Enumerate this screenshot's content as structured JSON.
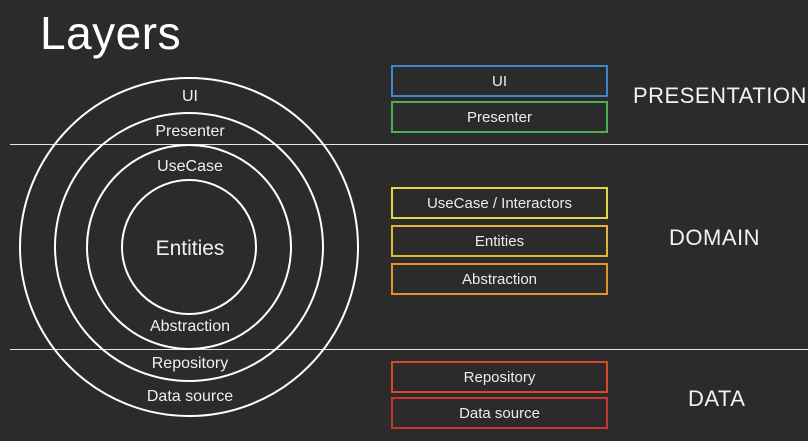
{
  "title": "Layers",
  "rings": {
    "ui": "UI",
    "presenter": "Presenter",
    "usecase": "UseCase",
    "entities": "Entities",
    "abstraction": "Abstraction",
    "repository": "Repository",
    "data_source": "Data source"
  },
  "groups": [
    {
      "label": "PRESENTATION",
      "boxes": [
        {
          "label": "UI",
          "color": "#3f86c8"
        },
        {
          "label": "Presenter",
          "color": "#4caf50"
        }
      ]
    },
    {
      "label": "DOMAIN",
      "boxes": [
        {
          "label": "UseCase / Interactors",
          "color": "#e2d646"
        },
        {
          "label": "Entities",
          "color": "#e5b33a"
        },
        {
          "label": "Abstraction",
          "color": "#e8902e"
        }
      ]
    },
    {
      "label": "DATA",
      "boxes": [
        {
          "label": "Repository",
          "color": "#d9482b"
        },
        {
          "label": "Data source",
          "color": "#c9372a"
        }
      ]
    }
  ],
  "colors": {
    "background": "#2b2b2b",
    "ring_stroke": "#ffffff",
    "divider": "#e6e6e6"
  }
}
